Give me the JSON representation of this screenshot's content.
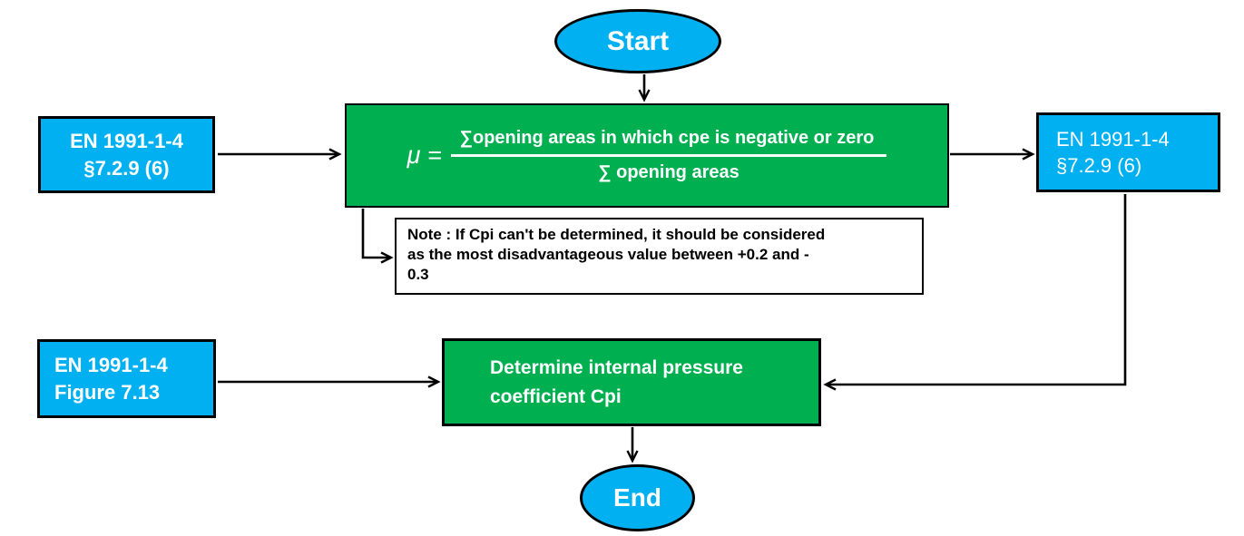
{
  "colors": {
    "node_blue": "#00B0F0",
    "node_green": "#00B050",
    "outline": "#000000",
    "text_light": "#FFFFFF",
    "text_dark": "#000000"
  },
  "nodes": {
    "start": {
      "label": "Start"
    },
    "ref_top_left": {
      "line1": "EN 1991-1-4",
      "line2": "§7.2.9 (6)"
    },
    "formula": {
      "symbol": "μ =",
      "numerator": "∑opening areas in which cpe is negative or zero",
      "denominator": "∑ opening areas"
    },
    "ref_top_right": {
      "line1": "EN 1991-1-4",
      "line2": "§7.2.9 (6)"
    },
    "note": {
      "lines": [
        "Note : If Cpi can't be determined, it should be considered",
        "as the most disadvantageous value between +0.2 and -",
        "0.3"
      ]
    },
    "ref_bottom_left": {
      "line1": "EN 1991-1-4",
      "line2": "Figure 7.13"
    },
    "determine": {
      "label": "Determine internal pressure coefficient Cpi"
    },
    "end": {
      "label": "End"
    }
  }
}
